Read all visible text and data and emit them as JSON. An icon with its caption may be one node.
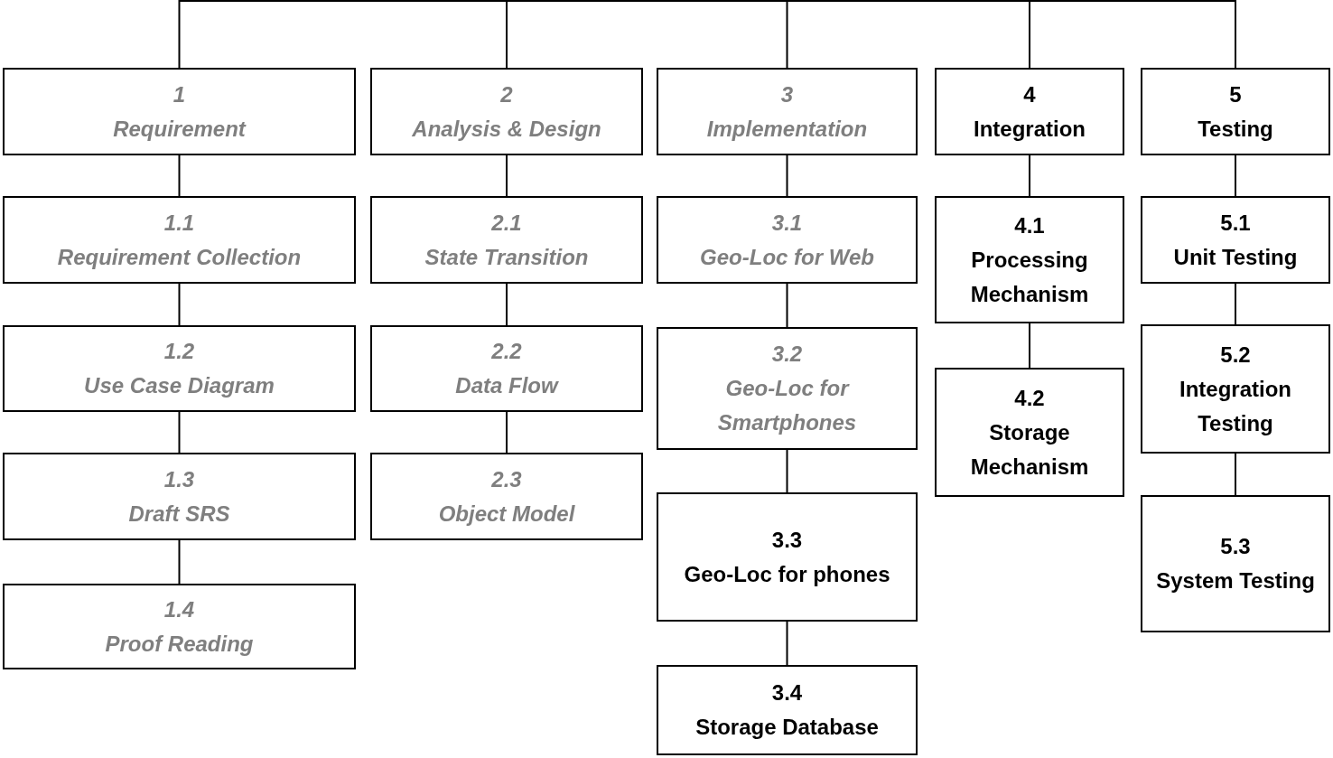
{
  "diagram": {
    "nodes": [
      {
        "text": [
          "1",
          "Requirement"
        ]
      },
      {
        "text": [
          "1.1",
          "Requirement Collection"
        ]
      },
      {
        "text": [
          "1.2",
          "Use Case Diagram"
        ]
      },
      {
        "text": [
          "1.3",
          "Draft SRS"
        ]
      },
      {
        "text": [
          "1.4",
          "Proof Reading"
        ]
      },
      {
        "text": [
          "2",
          "Analysis & Design"
        ]
      },
      {
        "text": [
          "2.1",
          "State Transition"
        ]
      },
      {
        "text": [
          "2.2",
          "Data Flow"
        ]
      },
      {
        "text": [
          "2.3",
          "Object Model"
        ]
      },
      {
        "text": [
          "3",
          "Implementation"
        ]
      },
      {
        "text": [
          "3.1",
          "Geo-Loc for Web"
        ]
      },
      {
        "text": [
          "3.2",
          "Geo-Loc for Smartphones"
        ]
      },
      {
        "text": [
          "3.3",
          "Geo-Loc for phones"
        ]
      },
      {
        "text": [
          "3.4",
          "Storage Database"
        ]
      },
      {
        "text": [
          "4",
          "Integration"
        ]
      },
      {
        "text": [
          "4.1",
          "Processing Mechanism"
        ]
      },
      {
        "text": [
          "4.2",
          "Storage Mechanism"
        ]
      },
      {
        "text": [
          "5",
          "Testing"
        ]
      },
      {
        "text": [
          "5.1",
          "Unit Testing"
        ]
      },
      {
        "text": [
          "5.2",
          "Integration Testing"
        ]
      },
      {
        "text": [
          "5.3",
          "System Testing"
        ]
      }
    ],
    "edges": [
      {
        "from": null,
        "to": 0,
        "arrow": "none"
      },
      {
        "from": null,
        "to": 5,
        "arrow": "none"
      },
      {
        "from": null,
        "to": 9,
        "arrow": "none"
      },
      {
        "from": null,
        "to": 14,
        "arrow": "none"
      },
      {
        "from": null,
        "to": 17,
        "arrow": "none"
      },
      {
        "from": 0,
        "to": 1,
        "arrow": "none"
      },
      {
        "from": 1,
        "to": 2,
        "arrow": "none"
      },
      {
        "from": 2,
        "to": 3,
        "arrow": "none"
      },
      {
        "from": 3,
        "to": 4,
        "arrow": "none"
      },
      {
        "from": 5,
        "to": 6,
        "arrow": "none"
      },
      {
        "from": 6,
        "to": 7,
        "arrow": "none"
      },
      {
        "from": 7,
        "to": 8,
        "arrow": "none"
      },
      {
        "from": 9,
        "to": 10,
        "arrow": "none"
      },
      {
        "from": 10,
        "to": 11,
        "arrow": "none"
      },
      {
        "from": 11,
        "to": 12,
        "arrow": "none"
      },
      {
        "from": 12,
        "to": 13,
        "arrow": "none"
      },
      {
        "from": 14,
        "to": 15,
        "arrow": "none"
      },
      {
        "from": 15,
        "to": 16,
        "arrow": "none"
      },
      {
        "from": 17,
        "to": 18,
        "arrow": "none"
      },
      {
        "from": 18,
        "to": 19,
        "arrow": "none"
      },
      {
        "from": 19,
        "to": 20,
        "arrow": "none"
      }
    ]
  }
}
